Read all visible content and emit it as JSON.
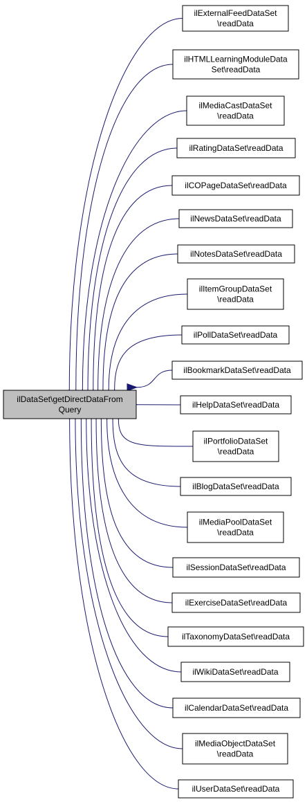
{
  "graph": {
    "root": {
      "lines": [
        "ilDataSet\\getDirectDataFrom",
        "Query"
      ]
    },
    "callers": [
      {
        "lines": [
          "ilExternalFeedDataSet",
          "\\readData"
        ]
      },
      {
        "lines": [
          "ilHTMLLearningModuleData",
          "Set\\readData"
        ]
      },
      {
        "lines": [
          "ilMediaCastDataSet",
          "\\readData"
        ]
      },
      {
        "lines": [
          "ilRatingDataSet\\readData"
        ]
      },
      {
        "lines": [
          "ilCOPageDataSet\\readData"
        ]
      },
      {
        "lines": [
          "ilNewsDataSet\\readData"
        ]
      },
      {
        "lines": [
          "ilNotesDataSet\\readData"
        ]
      },
      {
        "lines": [
          "ilItemGroupDataSet",
          "\\readData"
        ]
      },
      {
        "lines": [
          "ilPollDataSet\\readData"
        ]
      },
      {
        "lines": [
          "ilBookmarkDataSet\\readData"
        ]
      },
      {
        "lines": [
          "ilHelpDataSet\\readData"
        ]
      },
      {
        "lines": [
          "ilPortfolioDataSet",
          "\\readData"
        ]
      },
      {
        "lines": [
          "ilBlogDataSet\\readData"
        ]
      },
      {
        "lines": [
          "ilMediaPoolDataSet",
          "\\readData"
        ]
      },
      {
        "lines": [
          "ilSessionDataSet\\readData"
        ]
      },
      {
        "lines": [
          "ilExerciseDataSet\\readData"
        ]
      },
      {
        "lines": [
          "ilTaxonomyDataSet\\readData"
        ]
      },
      {
        "lines": [
          "ilWikiDataSet\\readData"
        ]
      },
      {
        "lines": [
          "ilCalendarDataSet\\readData"
        ]
      },
      {
        "lines": [
          "ilMediaObjectDataSet",
          "\\readData"
        ]
      },
      {
        "lines": [
          "ilUserDataSet\\readData"
        ]
      }
    ]
  },
  "colors": {
    "root_fill": "#bfbfbf",
    "node_fill": "#ffffff",
    "border": "#000000",
    "edge": "#191970"
  }
}
